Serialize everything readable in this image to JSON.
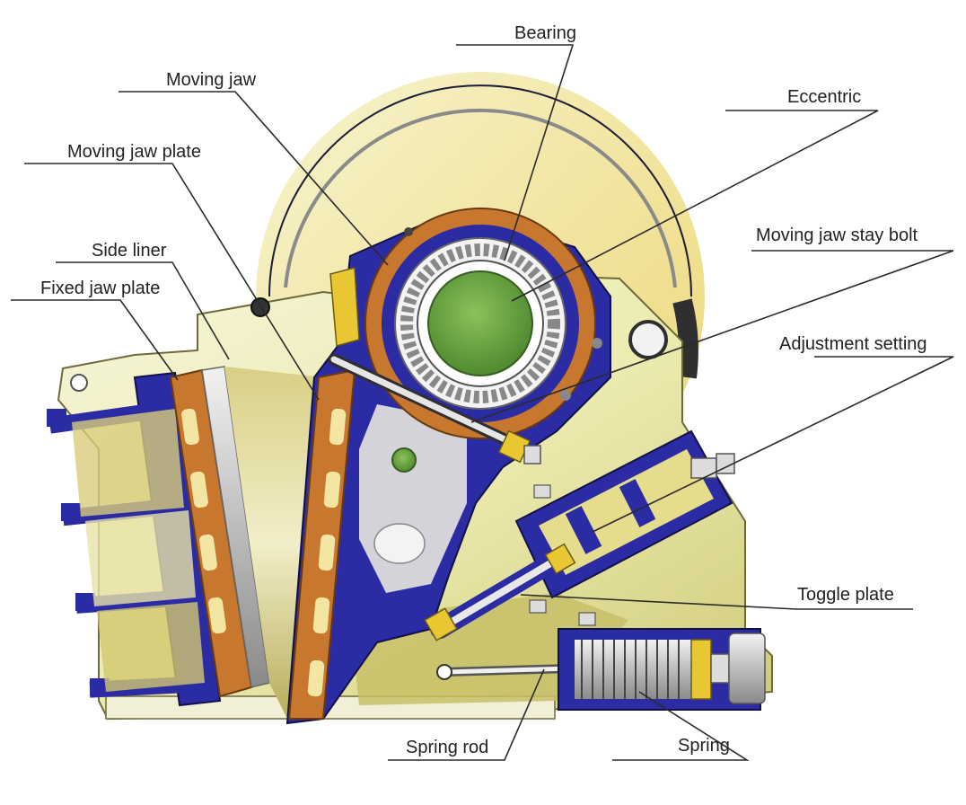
{
  "labels": {
    "bearing": "Bearing",
    "moving_jaw": "Moving jaw",
    "eccentric": "Eccentric",
    "moving_jaw_plate": "Moving jaw plate",
    "moving_jaw_stay_bolt": "Moving jaw stay bolt",
    "side_liner": "Side liner",
    "fixed_jaw_plate": "Fixed jaw plate",
    "adjustment_setting": "Adjustment setting",
    "toggle_plate": "Toggle plate",
    "spring_rod": "Spring rod",
    "spring": "Spring"
  },
  "colors": {
    "frame": "#ecebb0",
    "frame_shade": "#c9c36e",
    "jaw_blue": "#2b2ba4",
    "liner_orange": "#c8782e",
    "shaft_green": "#5f9b3b",
    "flywheel_rim": "#2f2f2f",
    "steel_grey": "#c8c8c8"
  }
}
